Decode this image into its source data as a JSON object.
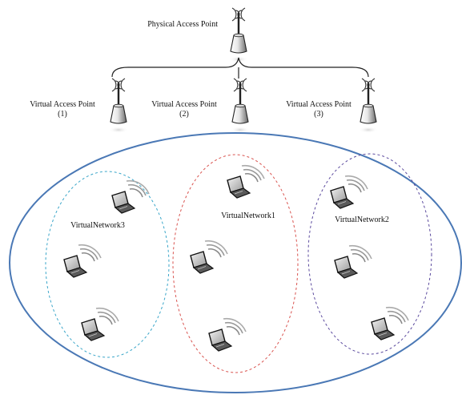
{
  "physical_ap": {
    "label": "Physical Access Point",
    "icon": "access-point-icon"
  },
  "virtual_aps": [
    {
      "label": "Virtual Access Point",
      "number": "(1)",
      "icon": "access-point-icon"
    },
    {
      "label": "Virtual Access Point",
      "number": "(2)",
      "icon": "access-point-icon"
    },
    {
      "label": "Virtual Access Point",
      "number": "(3)",
      "icon": "access-point-icon"
    }
  ],
  "virtual_networks": [
    {
      "label": "VirtualNetwork3",
      "border_color": "#3aa6c9",
      "device_icon": "laptop-wifi-icon",
      "device_count": 3
    },
    {
      "label": "VirtualNetwork1",
      "border_color": "#d9534f",
      "device_icon": "laptop-wifi-icon",
      "device_count": 3
    },
    {
      "label": "VirtualNetwork2",
      "border_color": "#5b4a9e",
      "device_icon": "laptop-wifi-icon",
      "device_count": 3
    }
  ],
  "colors": {
    "outer_ellipse": "#4a78b5",
    "lines": "#222222"
  }
}
